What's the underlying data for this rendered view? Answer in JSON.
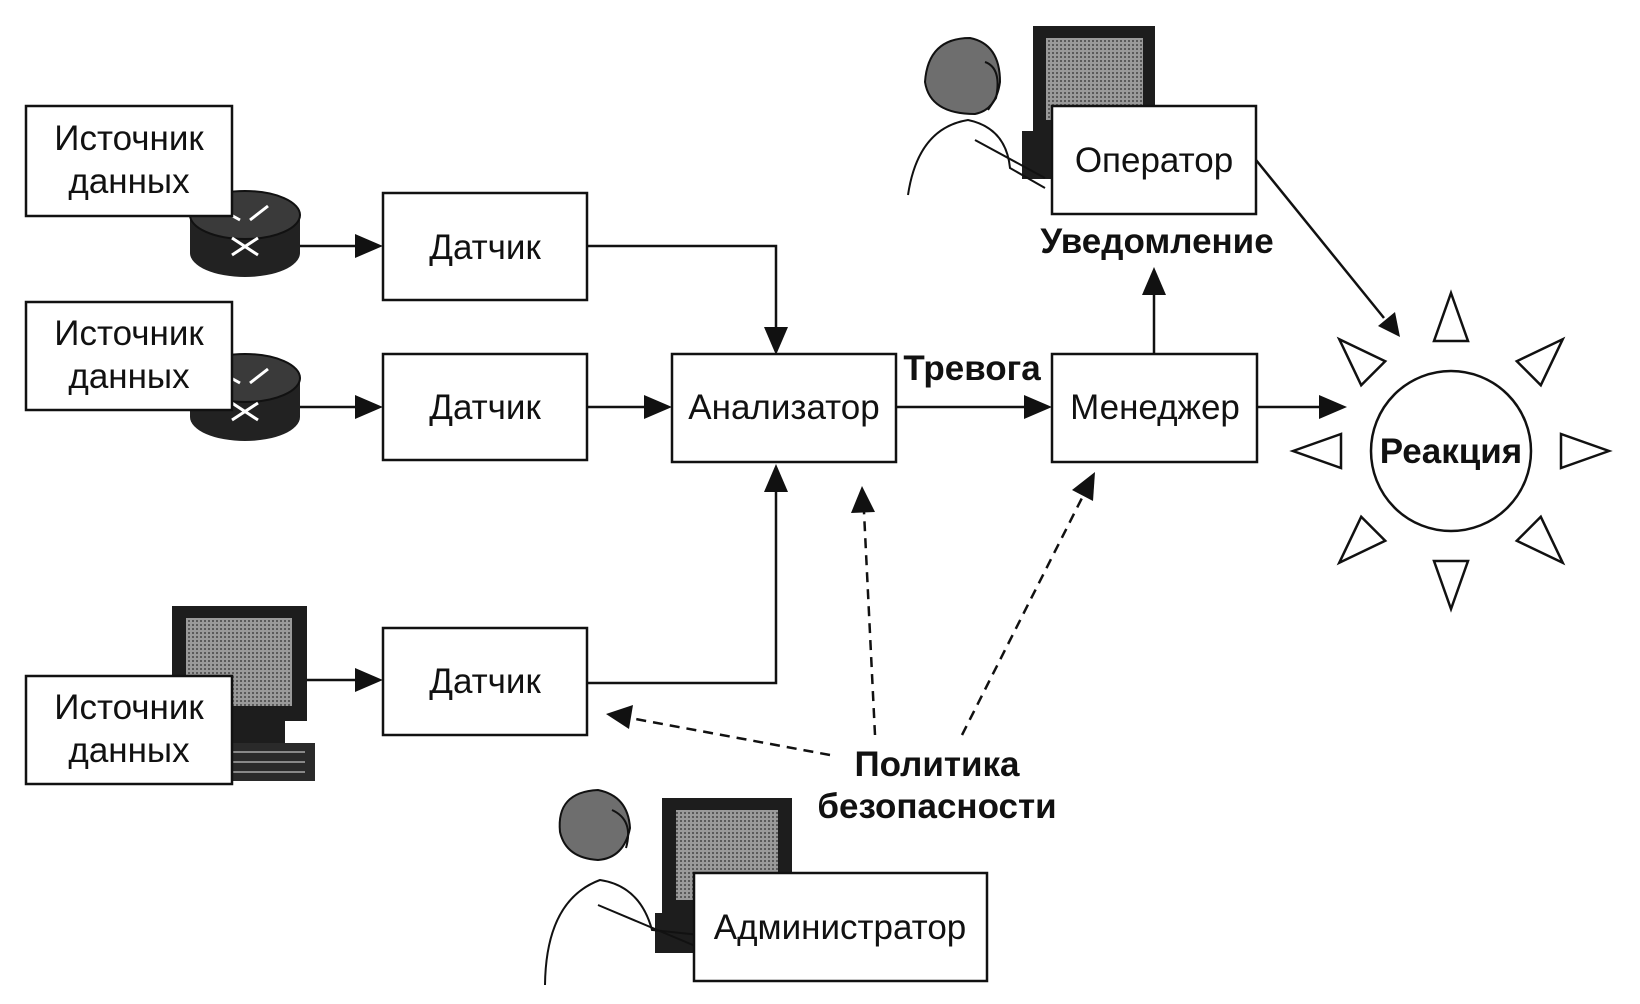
{
  "nodes": {
    "source1": [
      "Источник",
      "данных"
    ],
    "source2": [
      "Источник",
      "данных"
    ],
    "source3": [
      "Источник",
      "данных"
    ],
    "sensor1": "Датчик",
    "sensor2": "Датчик",
    "sensor3": "Датчик",
    "analyzer": "Анализатор",
    "manager": "Менеджер",
    "operator": "Оператор",
    "administrator": "Администратор",
    "reaction": "Реакция"
  },
  "edge_labels": {
    "alarm": "Тревога",
    "notification": "Уведомление",
    "policy": [
      "Политика",
      "безопасности"
    ]
  },
  "icons": [
    "router-icon",
    "router-icon",
    "computer-icon",
    "operator-person-icon",
    "administrator-person-icon",
    "reaction-burst-icon"
  ]
}
